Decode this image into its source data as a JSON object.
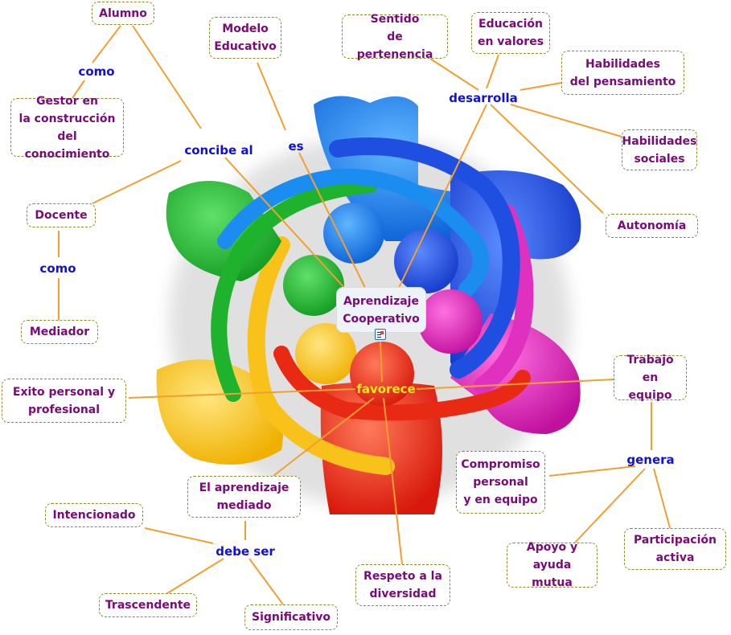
{
  "map": {
    "title": "Aprendizaje Cooperativo",
    "colors": {
      "concept_text": "#7a0a7a",
      "link_text": "#1010d8",
      "connector": "#f0a030",
      "box_border": "#8a8a2a",
      "favorece_text": "#ffe21a"
    },
    "center": {
      "label": "Aprendizaje\nCooperativo",
      "icon": "note-icon"
    },
    "concepts": {
      "alumno": "Alumno",
      "gestor": "Gestor en\nla construcción\ndel conocimiento",
      "docente": "Docente",
      "mediador": "Mediador",
      "modelo": "Modelo\nEducativo",
      "sentido": "Sentido\nde pertenencia",
      "educacion": "Educación\nen valores",
      "hab_pens": "Habilidades\ndel pensamiento",
      "hab_soc": "Habilidades\nsociales",
      "autonomia": "Autonomía",
      "exito": "Exito personal y\nprofesional",
      "trabajo": "Trabajo\nen equipo",
      "compromiso": "Compromiso\npersonal\ny en equipo",
      "apoyo": "Apoyo y\nayuda mutua",
      "participacion": "Participación\nactiva",
      "aprend_mediado": "El aprendizaje\nmediado",
      "intencionado": "Intencionado",
      "trascendente": "Trascendente",
      "significativo": "Significativo",
      "respeto": "Respeto a la\ndiversidad"
    },
    "links": {
      "como_alumno": "como",
      "concibe": "concibe al",
      "como_docente": "como",
      "es": "es",
      "desarrolla": "desarrolla",
      "favorece": "favorece",
      "genera": "genera",
      "debe_ser": "debe ser"
    }
  }
}
